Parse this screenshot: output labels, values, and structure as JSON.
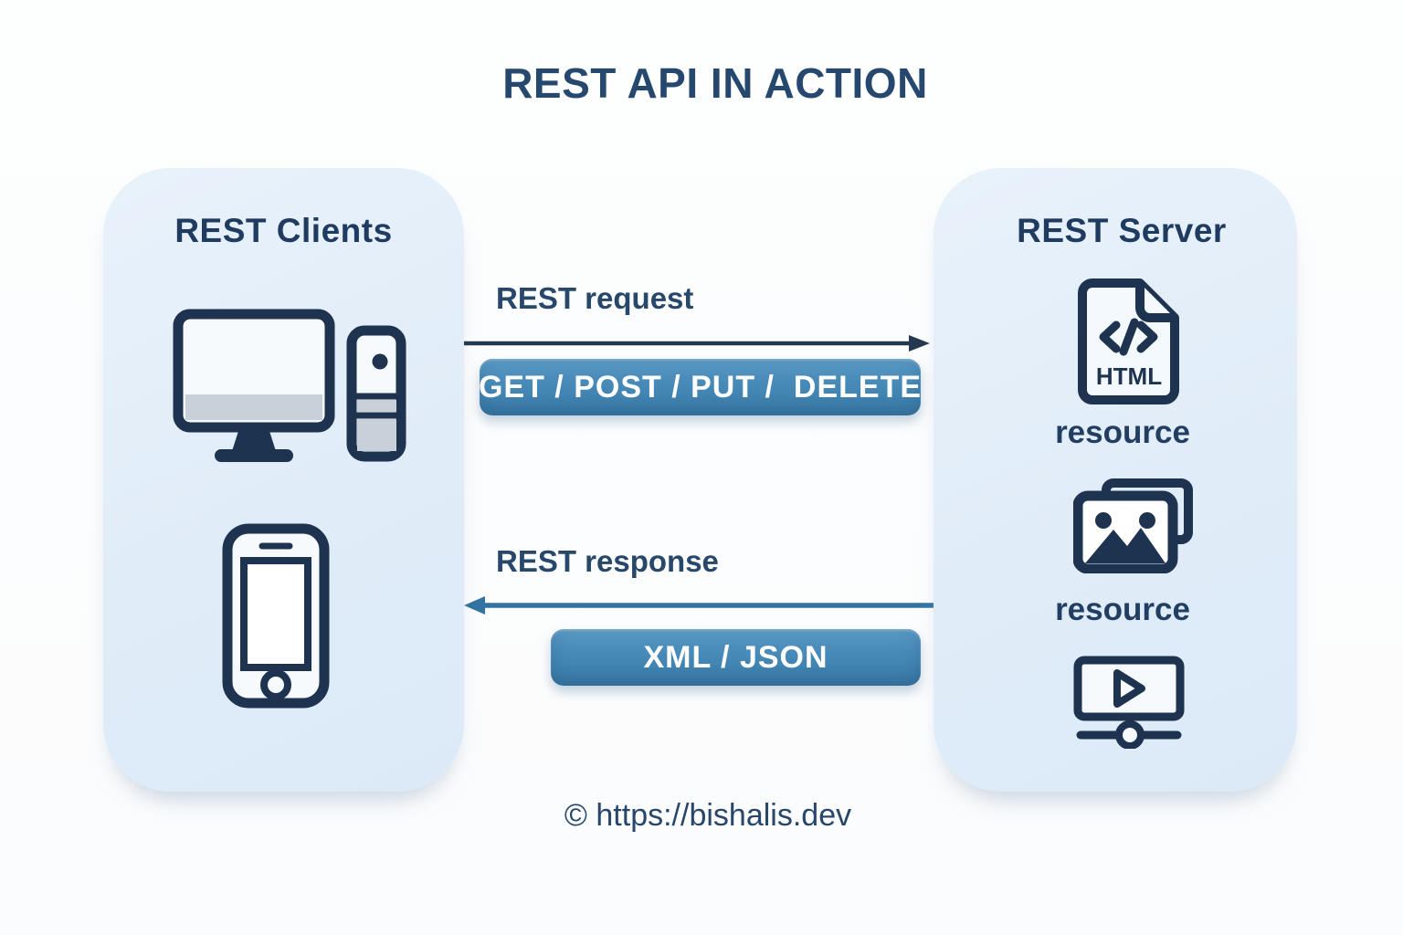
{
  "title": "REST API IN ACTION",
  "clients_card": {
    "heading": "REST Clients",
    "icons": [
      "desktop-computer",
      "smartphone"
    ]
  },
  "request_flow": {
    "label": "REST request",
    "badge": "GET / POST / PUT /  DELETE",
    "direction": "left-to-right"
  },
  "response_flow": {
    "label": "REST response",
    "badge": "XML / JSON",
    "direction": "right-to-left"
  },
  "server_card": {
    "heading": "REST Server",
    "resources": [
      {
        "icon": "html-document",
        "label": "resource"
      },
      {
        "icon": "image-gallery",
        "label": "resource"
      },
      {
        "icon": "video-player",
        "label": ""
      }
    ]
  },
  "footer": {
    "credit": "© https://bishalis.dev"
  },
  "colors": {
    "navy_text": "#223f63",
    "icon_stroke": "#1e3350",
    "card_background": "#e0ecf8",
    "badge_blue": "#4184b2",
    "request_arrow": "#24384f",
    "response_arrow": "#3273a2",
    "page_background": "#fdfdfe"
  }
}
